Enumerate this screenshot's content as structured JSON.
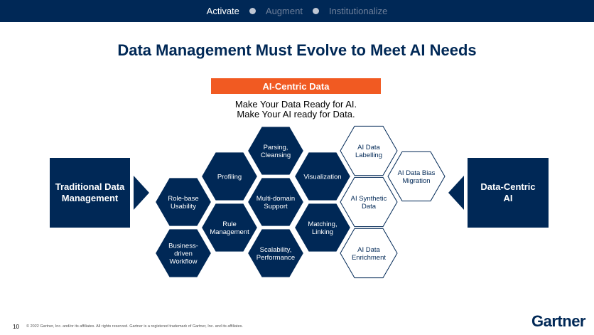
{
  "progress": {
    "stages": [
      {
        "label": "Activate"
      },
      {
        "label": "Augment"
      },
      {
        "label": "Institutionalize"
      }
    ],
    "active_stage": "Activate"
  },
  "title": "Data Management Must Evolve to Meet AI Needs",
  "banner": "AI-Centric Data",
  "subtitle": {
    "line1": "Make Your Data Ready for AI.",
    "line2": "Make Your AI ready for Data."
  },
  "left_box": {
    "line1": "Traditional Data",
    "line2": "Management"
  },
  "right_box": {
    "line1": "Data-Centric",
    "line2": "AI"
  },
  "hexagons": [
    {
      "lines": [
        "Parsing,",
        "Cleansing"
      ],
      "style": "filled"
    },
    {
      "lines": [
        "Profiling"
      ],
      "style": "filled"
    },
    {
      "lines": [
        "Visualization"
      ],
      "style": "filled"
    },
    {
      "lines": [
        "Role-base",
        "Usability"
      ],
      "style": "filled"
    },
    {
      "lines": [
        "Multi-domain",
        "Support"
      ],
      "style": "filled"
    },
    {
      "lines": [
        "Rule",
        "Management"
      ],
      "style": "filled"
    },
    {
      "lines": [
        "Matching,",
        "Linking"
      ],
      "style": "filled"
    },
    {
      "lines": [
        "Business-",
        "driven",
        "Workflow"
      ],
      "style": "filled"
    },
    {
      "lines": [
        "Scalability,",
        "Performance"
      ],
      "style": "filled"
    },
    {
      "lines": [
        "AI Data",
        "Labelling"
      ],
      "style": "outline"
    },
    {
      "lines": [
        "AI Data Bias",
        "Migration"
      ],
      "style": "outline"
    },
    {
      "lines": [
        "AI Synthetic",
        "Data"
      ],
      "style": "outline"
    },
    {
      "lines": [
        "AI Data",
        "Enrichment"
      ],
      "style": "outline"
    }
  ],
  "footer": {
    "page_number": "10",
    "copyright": "© 2022 Gartner, Inc. and/or its affiliates. All rights reserved. Gartner is a registered trademark of Gartner, Inc. and its affiliates.",
    "logo": "Gartner"
  },
  "colors": {
    "navy": "#002856",
    "orange": "#f15a22",
    "outline": "#002856"
  }
}
